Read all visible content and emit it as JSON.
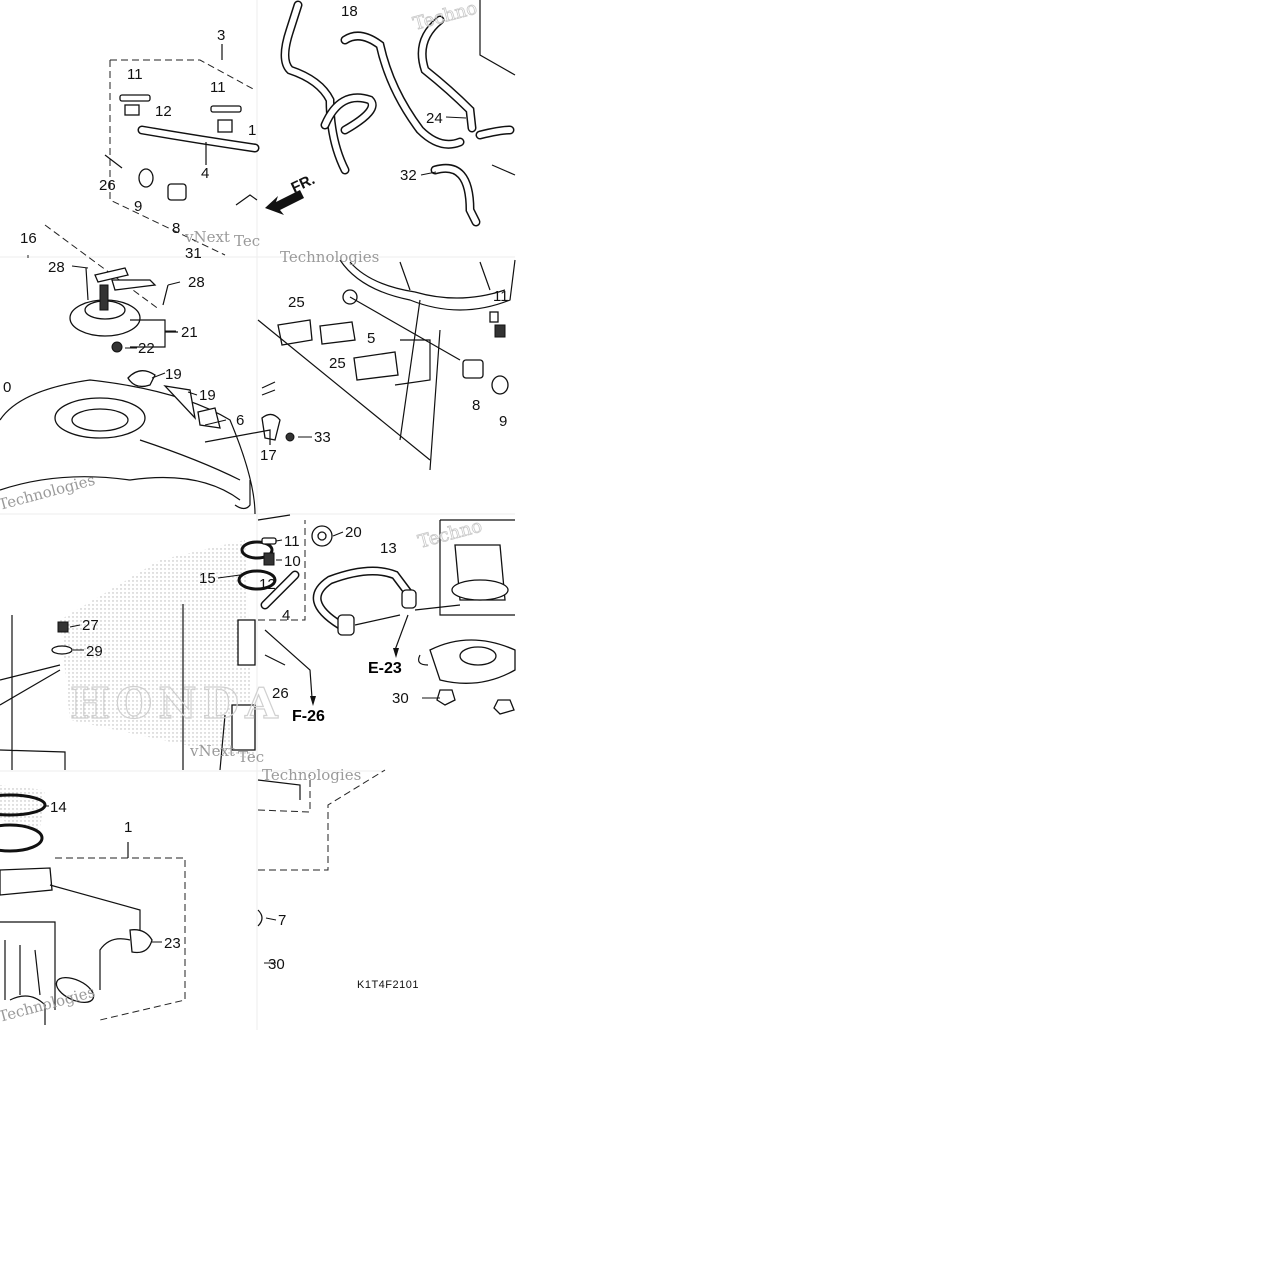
{
  "diagram": {
    "callouts": [
      {
        "id": "c-3",
        "text": "3"
      },
      {
        "id": "c-11a",
        "text": "11"
      },
      {
        "id": "c-11b",
        "text": "11"
      },
      {
        "id": "c-12a",
        "text": "12"
      },
      {
        "id": "c-1a",
        "text": "1"
      },
      {
        "id": "c-4a",
        "text": "4"
      },
      {
        "id": "c-26a",
        "text": "26"
      },
      {
        "id": "c-9a",
        "text": "9"
      },
      {
        "id": "c-8a",
        "text": "8"
      },
      {
        "id": "c-31a",
        "text": "31"
      },
      {
        "id": "c-16",
        "text": "16"
      },
      {
        "id": "c-28a",
        "text": "28"
      },
      {
        "id": "c-28b",
        "text": "28"
      },
      {
        "id": "c-21",
        "text": "21"
      },
      {
        "id": "c-22",
        "text": "22"
      },
      {
        "id": "c-18",
        "text": "18"
      },
      {
        "id": "c-24",
        "text": "24"
      },
      {
        "id": "c-32",
        "text": "32"
      },
      {
        "id": "c-25a",
        "text": "25"
      },
      {
        "id": "c-25b",
        "text": "25"
      },
      {
        "id": "c-5",
        "text": "5"
      },
      {
        "id": "c-11c",
        "text": "11"
      },
      {
        "id": "c-8b",
        "text": "8"
      },
      {
        "id": "c-9b",
        "text": "9"
      },
      {
        "id": "c-0",
        "text": "0"
      },
      {
        "id": "c-19a",
        "text": "19"
      },
      {
        "id": "c-19b",
        "text": "19"
      },
      {
        "id": "c-6",
        "text": "6"
      },
      {
        "id": "c-33",
        "text": "33"
      },
      {
        "id": "c-17",
        "text": "17"
      },
      {
        "id": "c-20",
        "text": "20"
      },
      {
        "id": "c-13",
        "text": "13"
      },
      {
        "id": "c-11d",
        "text": "11"
      },
      {
        "id": "c-10",
        "text": "10"
      },
      {
        "id": "c-15",
        "text": "15"
      },
      {
        "id": "c-12b",
        "text": "12"
      },
      {
        "id": "c-4b",
        "text": "4"
      },
      {
        "id": "c-27",
        "text": "27"
      },
      {
        "id": "c-29",
        "text": "29"
      },
      {
        "id": "c-26b",
        "text": "26"
      },
      {
        "id": "c-30a",
        "text": "30"
      },
      {
        "id": "c-14",
        "text": "14"
      },
      {
        "id": "c-1b",
        "text": "1"
      },
      {
        "id": "c-23",
        "text": "23"
      },
      {
        "id": "c-7",
        "text": "7"
      },
      {
        "id": "c-30b",
        "text": "30"
      }
    ],
    "refs": {
      "e23": "E-23",
      "f26": "F-26"
    },
    "arrow_label": "FR.",
    "code": "K1T4F2101",
    "brand": "HONDA",
    "watermarks": {
      "techno": "Techno",
      "vnext": "vNext",
      "tec": "Tec",
      "technologies": "Technologies"
    }
  }
}
